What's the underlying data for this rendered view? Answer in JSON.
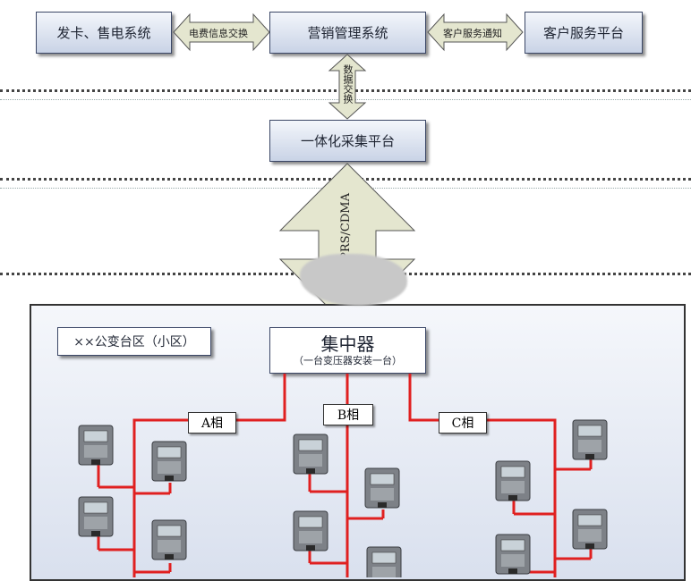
{
  "top": {
    "card_system": "发卡、售电系统",
    "marketing": "营销管理系统",
    "customer_platform": "客户服务平台",
    "arrow_left": "电费信息交换",
    "arrow_right": "客户服务通知"
  },
  "vertical_arrow_1": "数据交换",
  "collection_platform": "一体化采集平台",
  "vertical_arrow_2": "GPRS/CDMA",
  "station": {
    "area_label": "××公变台区（小区）",
    "concentrator_title": "集中器",
    "concentrator_sub": "（一台变压器安装一台）",
    "phase_a": "A相",
    "phase_b": "B相",
    "phase_c": "C相"
  },
  "colors": {
    "box_border": "#3b4766",
    "wire": "#e02020",
    "arrow_fill": "#e4e6cf"
  }
}
